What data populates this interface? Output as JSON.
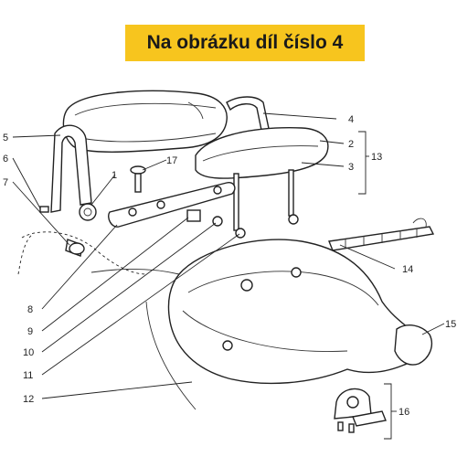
{
  "banner": {
    "text": "Na obrázku díl číslo 4",
    "background": "#f7c51e"
  },
  "callouts": {
    "c1": "1",
    "c2": "2",
    "c3": "3",
    "c4": "4",
    "c5": "5",
    "c6": "6",
    "c7": "7",
    "c8": "8",
    "c9": "9",
    "c10": "10",
    "c11": "11",
    "c12": "12",
    "c13": "13",
    "c14": "14",
    "c15": "15",
    "c16": "16",
    "c17": "17"
  }
}
